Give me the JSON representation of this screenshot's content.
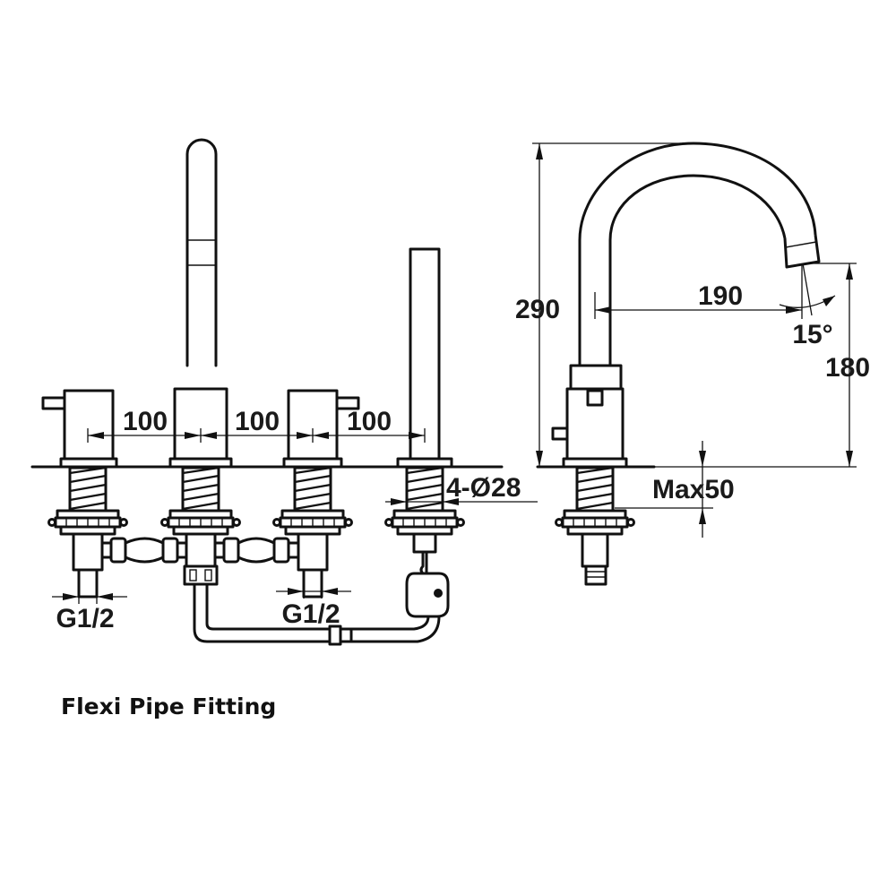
{
  "dimensions": {
    "spacing_1": "100",
    "spacing_2": "100",
    "spacing_3": "100",
    "hole_spec": "4-Ø28",
    "thread_left": "G1/2",
    "thread_right": "G1/2",
    "total_height": "290",
    "spout_reach": "190",
    "spout_angle": "15°",
    "spout_height": "180",
    "deck_thickness": "Max50"
  },
  "caption": "Flexi Pipe Fitting"
}
